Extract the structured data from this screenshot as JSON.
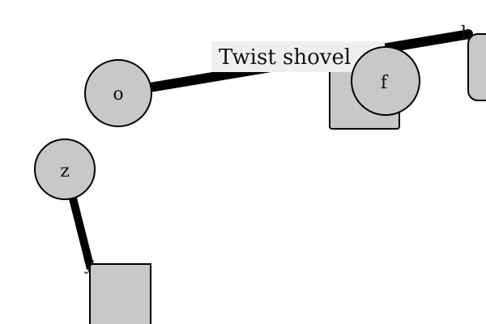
{
  "canvas": {
    "background": "#ffffff",
    "shape_fill": "#c8c8c8",
    "shape_stroke": "#000000",
    "edge_color": "#000000",
    "tooltip_background": "#efefef"
  },
  "nodes": {
    "o": {
      "label": "o",
      "shape": "circle"
    },
    "z": {
      "label": "z",
      "shape": "circle"
    },
    "f": {
      "label": "f",
      "shape": "circle"
    },
    "square_bottom": {
      "label": "",
      "shape": "square"
    },
    "square_behind_f": {
      "label": "",
      "shape": "rounded-square"
    },
    "square_right_edge": {
      "label": "",
      "shape": "rounded-square"
    }
  },
  "edge_endpoint_labels": {
    "top_right": "b",
    "bottom_left": "y"
  },
  "tooltip": {
    "text": "Twist shovel"
  }
}
